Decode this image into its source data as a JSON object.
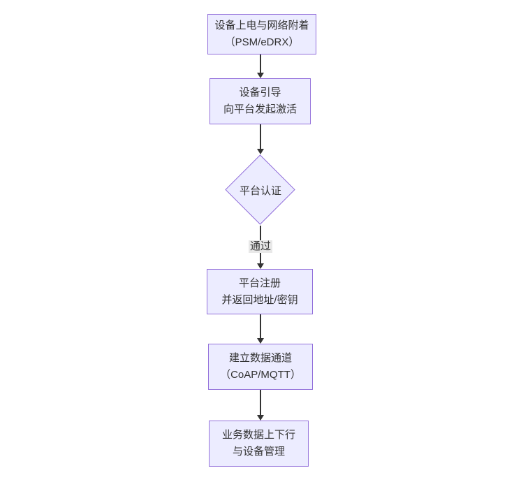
{
  "diagram": {
    "type": "flowchart",
    "direction": "top-down",
    "colors": {
      "node_fill": "#ECECFF",
      "node_border": "#9370DB",
      "text": "#333333",
      "arrow": "#333333",
      "edge_label_bg": "#e8e8e8",
      "background": "#ffffff"
    },
    "nodes": [
      {
        "id": "power-attach",
        "shape": "rect",
        "lines": [
          "设备上电与网络附着",
          "（PSM/eDRX）"
        ]
      },
      {
        "id": "bootstrap",
        "shape": "rect",
        "lines": [
          "设备引导",
          "向平台发起激活"
        ]
      },
      {
        "id": "platform-auth",
        "shape": "diamond",
        "lines": [
          "平台认证"
        ]
      },
      {
        "id": "platform-register",
        "shape": "rect",
        "lines": [
          "平台注册",
          "并返回地址/密钥"
        ]
      },
      {
        "id": "data-channel",
        "shape": "rect",
        "lines": [
          "建立数据通道",
          "（CoAP/MQTT）"
        ]
      },
      {
        "id": "business-data",
        "shape": "rect",
        "lines": [
          "业务数据上下行",
          "与设备管理"
        ]
      }
    ],
    "edges": [
      {
        "from": "power-attach",
        "to": "bootstrap",
        "label": ""
      },
      {
        "from": "bootstrap",
        "to": "platform-auth",
        "label": ""
      },
      {
        "from": "platform-auth",
        "to": "platform-register",
        "label": "通过"
      },
      {
        "from": "platform-register",
        "to": "data-channel",
        "label": ""
      },
      {
        "from": "data-channel",
        "to": "business-data",
        "label": ""
      }
    ]
  }
}
